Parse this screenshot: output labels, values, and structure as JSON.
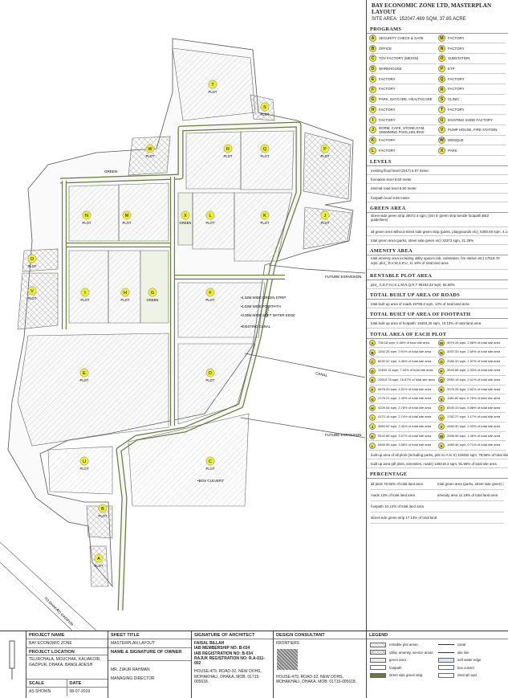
{
  "header": {
    "title": "BAY ECONOMIC ZONE LTD, MASTERPLAN LAYOUT",
    "site_area": "SITE AREA: 152047.489 SQM, 37.85 ACRE"
  },
  "sections": {
    "programs": "PROGRAMS",
    "levels": "LEVELS",
    "green_area": "GREEN AREA",
    "amenity_area": "AMENITY AREA",
    "rentable": "RENTABLE PLOT AREA",
    "roads": "TOTAL BUILT UP AREA OF ROADS",
    "footpath": "TOTAL BUILT UP AREA OF FOOTPATH",
    "each_plot": "TOTAL AREA OF EACH PLOT",
    "percentage": "PERCENTAGE",
    "legend": "LEGEND"
  },
  "programs": [
    {
      "id": "A",
      "label": "SECURITY CHECK & GATE"
    },
    {
      "id": "M",
      "label": "FACTORY"
    },
    {
      "id": "B",
      "label": "OFFICE"
    },
    {
      "id": "N",
      "label": "FACTORY"
    },
    {
      "id": "C",
      "label": "TOY FACTORY (MEIGO)"
    },
    {
      "id": "O",
      "label": "SUBSTATION"
    },
    {
      "id": "D",
      "label": "WAREHOUSE"
    },
    {
      "id": "P",
      "label": "ETP"
    },
    {
      "id": "E",
      "label": "FACTORY"
    },
    {
      "id": "Q",
      "label": "FACTORY"
    },
    {
      "id": "F",
      "label": "FACTORY"
    },
    {
      "id": "R",
      "label": "FACTORY"
    },
    {
      "id": "G",
      "label": "PARK, DAYCARE, HEALTHCARE"
    },
    {
      "id": "S",
      "label": "CLINIC"
    },
    {
      "id": "H",
      "label": "FACTORY"
    },
    {
      "id": "T",
      "label": "FACTORY"
    },
    {
      "id": "I",
      "label": "FACTORY"
    },
    {
      "id": "U",
      "label": "EXISTING SHOE FACTORY"
    },
    {
      "id": "J",
      "label": "DORM, CAFE, STORE,GYM, SWIMMING POOL,HELIPAD"
    },
    {
      "id": "V",
      "label": "PUMP HOUSE, FIRE STATION"
    },
    {
      "id": "K",
      "label": "FACTORY"
    },
    {
      "id": "W",
      "label": "MOSQUE"
    },
    {
      "id": "L",
      "label": "FACTORY"
    },
    {
      "id": "X",
      "label": "PARK"
    }
  ],
  "levels": [
    "existing flood level (2017) 6.87 meter",
    "formation level 8.50 meter",
    "internal road level 8.50 meter",
    "footpath level 8.66 meter"
  ],
  "green_area": [
    "street side green strip 28072.4 sqm, (min 5' green strip beside footpath,BEZ guidelines)",
    "all green area without street side green strip (parks, playgrounds etc), 6300.60 sqm, 4.14%",
    "total green area (parks, street side green etc) 32373 sqm, 21.29%"
  ],
  "amenity_area": "total amenity area including utility spaces (eb, substation, fire station etc) 17019.70 sqm, plot_ D,V,W,S,P,U, 11.19% of total land area",
  "rentable": "plot_ C,E,F,H,I,K,L,M,N,Q,R,T  95164.22 sqm, 62.59%",
  "roads": "total built up area of roads 19786.3 sqm, 13% of total land area",
  "footpath": "total built up area of footpath: 15404.25 sqm, 10.13% of total land area",
  "plot_areas": [
    {
      "id": "A",
      "text": "736.18 sqm, 0.48% of total site area"
    },
    {
      "id": "M",
      "text": "4079.28 sqm, 2.68% of total site area"
    },
    {
      "id": "B",
      "text": "1392.25 sqm, 0.91% of total site area"
    },
    {
      "id": "N",
      "text": "4097.33 sqm, 2.69% of total site area"
    },
    {
      "id": "C",
      "text": "6630.32 sqm, 4.36% of total site area"
    },
    {
      "id": "O",
      "text": "2085.33 sqm, 1.37% of total site area"
    },
    {
      "id": "D",
      "text": "11460.13 sqm, 7.53% of total site area"
    },
    {
      "id": "P",
      "text": "3549.86 sqm, 2.33% of total site area"
    },
    {
      "id": "E",
      "text": "25615.78 sqm, 16.87% of total site area"
    },
    {
      "id": "Q",
      "text": "3983.18 sqm, 2.61% of total site area"
    },
    {
      "id": "F",
      "text": "6878.93 sqm, 4.52% of total site area"
    },
    {
      "id": "R",
      "text": "3976.26 sqm, 2.62% of total site area"
    },
    {
      "id": "G",
      "text": "2275.21 sqm, 1.49% of total site area"
    },
    {
      "id": "S",
      "text": "1186.80 sqm, 0.78% of total site area"
    },
    {
      "id": "H",
      "text": "4229.04 sqm, 2.78% of total site area"
    },
    {
      "id": "T",
      "text": "8949.43 sqm, 5.88% of total site area"
    },
    {
      "id": "I",
      "text": "4170.18 sqm, 2.74% of total site area"
    },
    {
      "id": "U",
      "text": "1782.27 sqm, 1.17% of total site area"
    },
    {
      "id": "J",
      "text": "3660.52 sqm, 2.40% of total site area"
    },
    {
      "id": "V",
      "text": "4460.30 sqm, 2.93% of total site area"
    },
    {
      "id": "K",
      "text": "5442.85 sqm, 3.57% of total site area"
    },
    {
      "id": "W",
      "text": "2056.96 sqm, 1.35% of total site area"
    },
    {
      "id": "L",
      "text": "5459.55 sqm, 3.58% of total site area"
    },
    {
      "id": "X",
      "text": "1080.46 sqm, 0.71% of total site area"
    }
  ],
  "plot_totals": [
    "built up area of all plots (including parks, plot no A to X) 119452 sqm, 78.56% of total site area",
    "built up area (all plots, amenities, roads) 139218.3 sqm, 91.56% of total site area"
  ],
  "percentage": [
    "all plots 78.56% of total land area",
    "total green area (parks, street side green) 21.29%",
    "roads 13% of total land area",
    "amenity area 11.19% of total land area",
    "footpath 10.13% of total land area",
    "",
    "street side green strip 17.14% of total land area",
    ""
  ],
  "map": {
    "plot_word": "PLOT",
    "green_word": "GREEN",
    "labels": {
      "future_expansion": "FUTURE EXPANSION",
      "canal": "CANAL",
      "box_culvert": "•BOX CULVERT",
      "road_dhaka": "TO DHAKA",
      "road_gazipur": "TO GAZIPUR",
      "green_top": "GREEN",
      "strip1": "•1.52M WIDE GREEN STRIP",
      "strip2": "•1.52M WIDE FOOTPATH",
      "strip3": "•3.05M WIDE SOFT WATER EDGE",
      "strip4": "•EXISTING CANAL"
    }
  },
  "footer": {
    "project_name_label": "PROJECT NAME",
    "project_name": "BAY ECONOMIC ZONE",
    "project_location_label": "PROJECT LOCATION",
    "project_location": "TELIRCHALA, MOUCHAK, KALIAKOIR, GAZIPUR, DHAKA, BANGLADESH",
    "scale_label": "SCALE",
    "scale": "AS SHOWN",
    "date_label": "DATE",
    "date": "08-07-2019",
    "sheet_title_label": "SHEET TITLE",
    "sheet_title": "MASTERPLAN LAYOUT",
    "owner_label": "NAME & SIGNATURE OF OWNER",
    "owner": "MR. ZIAUR RAHMAN",
    "owner_title": "MANAGING DIRECTOR",
    "architect_label": "SIGNATURE OF ARCHITECT",
    "architect": "FAISAL BILLAH",
    "arch_l1": "IAB MEMBERSHIP NO: B-034",
    "arch_l2": "IAB REGISTRATION NO: B-034",
    "arch_l3": "RAJUK REGISTRATION NO: R.A-011-002",
    "arch_addr": "HOUSE-479, ROAD-32, NEW DOHS, MOHAKHALI, DHAKA. MOB. 01715-005618.",
    "consultant_label": "DESIGN CONSULTANT",
    "consultant": "FRONTIERS",
    "consultant_addr": "HOUSE-479, ROAD-32, NEW DOHS, MOHAKHALI, DHAKA. MOB: 01715-005618."
  },
  "legend": [
    {
      "label": "rentable plot areas",
      "kind": "hatch"
    },
    {
      "label": "canal",
      "kind": "line"
    },
    {
      "label": "utility, amenity, service areas",
      "kind": "cross"
    },
    {
      "label": "site line",
      "kind": "line"
    },
    {
      "label": "green area",
      "kind": "green"
    },
    {
      "label": "soft water edge",
      "kind": "water"
    },
    {
      "label": "footpath",
      "kind": "plain"
    },
    {
      "label": "box culvert",
      "kind": "plain"
    },
    {
      "label": "street side green strip",
      "kind": "strip"
    },
    {
      "label": "internal road",
      "kind": "plain"
    }
  ],
  "colors": {
    "marker": "#eeee30",
    "strip": "#6a7a3a",
    "road": "#f6f6f6",
    "plot": "#e9e9e9"
  }
}
